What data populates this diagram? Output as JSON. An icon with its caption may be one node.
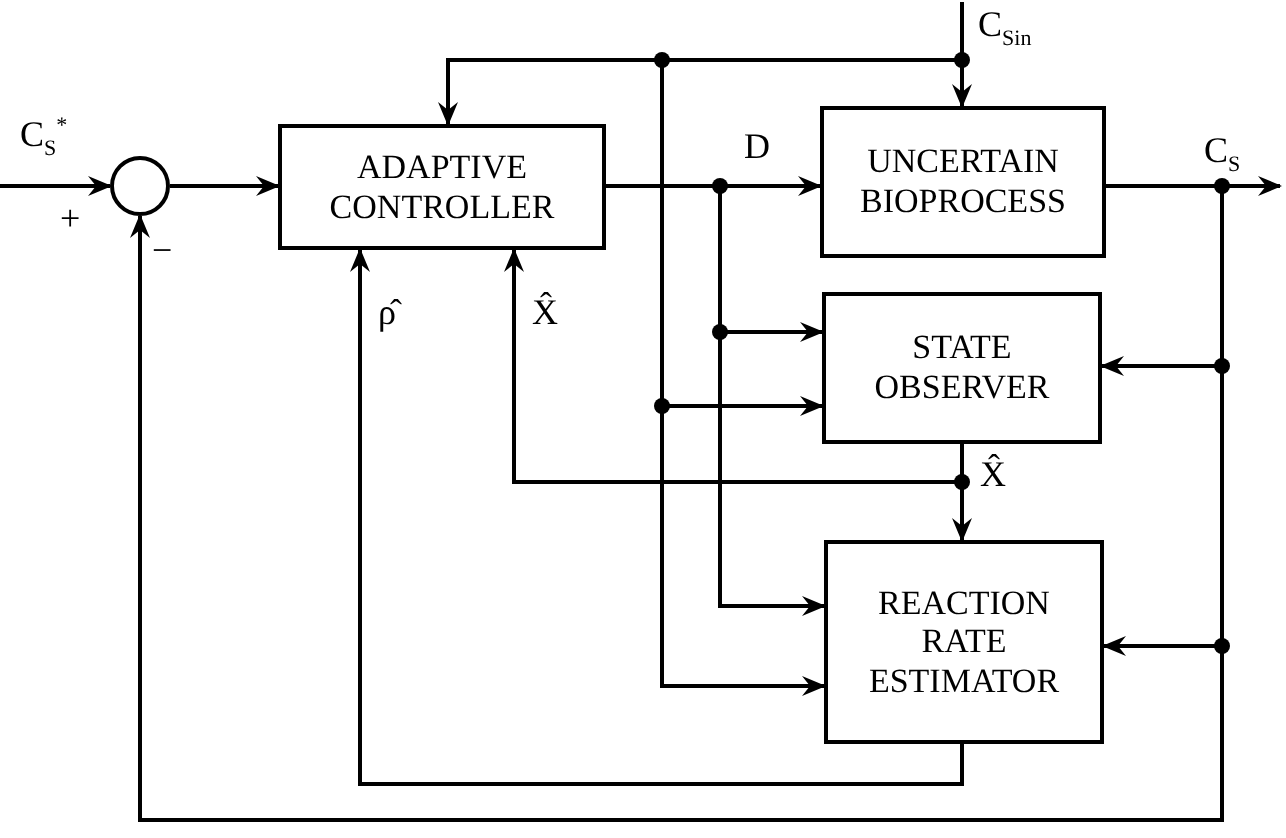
{
  "diagram": {
    "nodes": [
      {
        "text": [],
        "shape": "circle"
      },
      {
        "text": [
          "ADAPTIVE CONTROLLER"
        ]
      },
      {
        "text": [
          "UNCERTAIN BIOPROCESS"
        ]
      },
      {
        "text": [
          "STATE OBSERVER"
        ]
      },
      {
        "text": [
          "REACTION RATE ESTIMATOR"
        ]
      }
    ],
    "edges": [
      {
        "from": null,
        "to": 0,
        "arrow": "to",
        "label": "C$_{S}$$^{*}$"
      },
      {
        "from": 0,
        "to": 1,
        "arrow": "to"
      },
      {
        "from": 1,
        "to": 2,
        "arrow": "to",
        "label": "D"
      },
      {
        "from": null,
        "to": 2,
        "arrow": "to",
        "label": "C$_{Sin}$"
      },
      {
        "from": null,
        "to": 1,
        "arrow": "to"
      },
      {
        "from": null,
        "to": 3,
        "arrow": "to"
      },
      {
        "from": null,
        "to": 4,
        "arrow": "to"
      },
      {
        "from": 1,
        "to": 3,
        "arrow": "to"
      },
      {
        "from": 1,
        "to": 4,
        "arrow": "to"
      },
      {
        "from": 2,
        "to": null,
        "arrow": "to",
        "label": "C$_{S}$"
      },
      {
        "from": 2,
        "to": 3,
        "arrow": "to"
      },
      {
        "from": 2,
        "to": 4,
        "arrow": "to"
      },
      {
        "from": 2,
        "to": 0,
        "arrow": "to"
      },
      {
        "from": 3,
        "to": 4,
        "arrow": "to",
        "label": "X̂"
      },
      {
        "from": 3,
        "to": 1,
        "arrow": "to",
        "label": "X̂"
      },
      {
        "from": 4,
        "to": 1,
        "arrow": "to",
        "label": "ρ̂"
      }
    ],
    "labels": [
      "+",
      "−"
    ]
  }
}
